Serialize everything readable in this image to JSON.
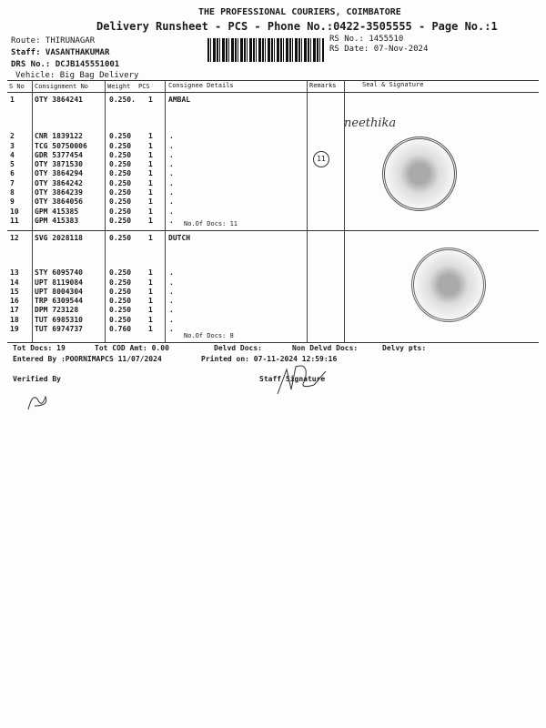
{
  "header": {
    "company": "THE PROFESSIONAL COURIERS, COIMBATORE",
    "title": "Delivery Runsheet - PCS - Phone No.:0422-3505555 - Page No.:1",
    "route": "Route: THIRUNAGAR",
    "staff": "Staff: VASANTHAKUMAR",
    "drs": "DRS No.: DCJB145551001",
    "vehicle": "Vehicle: Big Bag Delivery",
    "rs_no": "RS No.: 1455510",
    "rs_date": "RS Date: 07-Nov-2024"
  },
  "columns": [
    "S No",
    "Consignment No",
    "Weight",
    "PCS",
    "Consignee Details",
    "Remarks",
    "Seal & Signature"
  ],
  "groups": [
    {
      "consignee": "AMBAL",
      "docs": "No.Of Docs: 11",
      "rows": [
        [
          "1",
          "OTY 3864241",
          "0.250.",
          "1"
        ],
        [
          "2",
          "CNR 1839122",
          "0.250",
          "1"
        ],
        [
          "3",
          "TCG 50750006",
          "0.250",
          "1"
        ],
        [
          "4",
          "GDR 5377454",
          "0.250",
          "1"
        ],
        [
          "5",
          "OTY 3871530",
          "0.250",
          "1"
        ],
        [
          "6",
          "OTY 3864294",
          "0.250",
          "1"
        ],
        [
          "7",
          "OTY 3864242",
          "0.250",
          "1"
        ],
        [
          "8",
          "OTY 3864239",
          "0.250",
          "1"
        ],
        [
          "9",
          "OTY 3864056",
          "0.250",
          "1"
        ],
        [
          "10",
          "GPM 415385",
          "0.250",
          "1"
        ],
        [
          "11",
          "GPM 415383",
          "0.250",
          "1"
        ]
      ]
    },
    {
      "consignee": "DUTCH",
      "docs": "No.Of Docs: 8",
      "rows": [
        [
          "12",
          "SVG 2028118",
          "0.250",
          "1"
        ],
        [
          "13",
          "STY 6095740",
          "0.250",
          "1"
        ],
        [
          "14",
          "UPT 8119084",
          "0.250",
          "1"
        ],
        [
          "15",
          "UPT 8004304",
          "0.250",
          "1"
        ],
        [
          "16",
          "TRP 6309544",
          "0.250",
          "1"
        ],
        [
          "17",
          "DPM 723128",
          "0.250",
          "1"
        ],
        [
          "18",
          "TUT 6985310",
          "0.250",
          "1"
        ],
        [
          "19",
          "TUT 6974737",
          "0.760",
          "1"
        ]
      ]
    }
  ],
  "dot": ".",
  "handwritten": {
    "name": "neethika",
    "remark": "11"
  },
  "footer": {
    "tot_docs": "Tot Docs:  19",
    "tot_cod": "Tot COD Amt:   0.00",
    "delvd": "Delvd Docs:",
    "non_delvd": "Non Delvd Docs:",
    "delvy_pts": "Delvy pts:",
    "entered": "Entered By :POORNIMAPCS 11/07/2024",
    "printed": "Printed on: 07-11-2024 12:59:16",
    "verified": "Verified By",
    "staff_sig": "Staff Signature"
  }
}
